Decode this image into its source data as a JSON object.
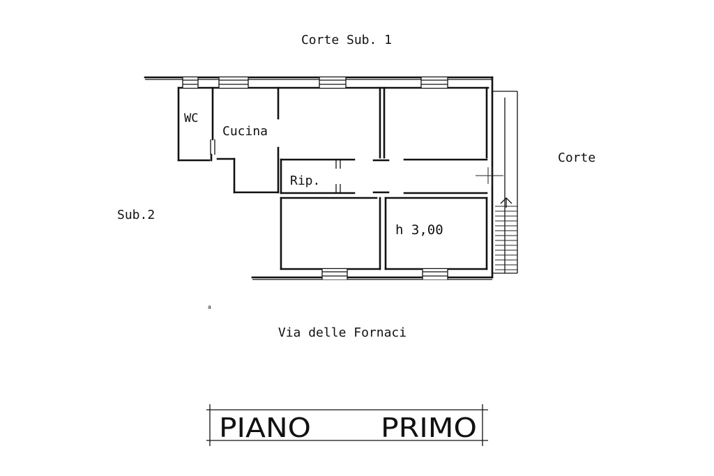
{
  "labels": {
    "top_courtyard": "Corte Sub. 1",
    "right_courtyard": "Corte",
    "left_unit": "Sub.2",
    "street": "Via delle Fornaci",
    "wc": "WC",
    "kitchen": "Cucina",
    "storage": "Rip.",
    "ceiling_height": "h 3,00",
    "small_mark": "a"
  },
  "title": {
    "word1": "PIANO",
    "word2": "PRIMO"
  }
}
